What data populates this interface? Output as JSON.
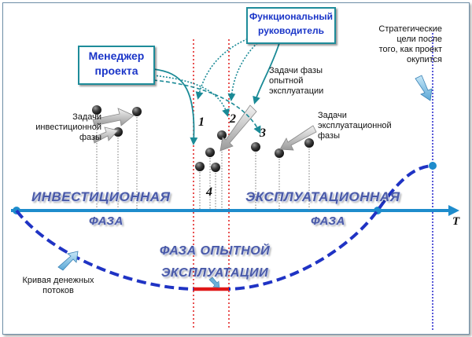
{
  "boxes": {
    "manager": "Менеджер\nпроекта",
    "functional": "Функциональный\nруководитель"
  },
  "labels": {
    "strategic": "Стратегические\nцели после\nтого, как проект\nокупится",
    "invest_tasks": "Задачи\nинвестиционной\nфазы",
    "trial_tasks": "Задачи фазы\nопытной\nэксплуатации",
    "operation_tasks": "Задачи\nэксплуатационной\nфазы",
    "cash_flow": "Кривая денежных\nпотоков",
    "t_axis": "T"
  },
  "phases": {
    "invest_1": "ИНВЕСТИЦИОННАЯ",
    "invest_2": "ФАЗА",
    "oper_1": "ЭКСПЛУАТАЦИОННАЯ",
    "oper_2": "ФАЗА",
    "trial": "ФАЗА ОПЫТНОЙ\nЭКСПЛУАТАЦИИ"
  },
  "numbers": {
    "n1": "1",
    "n2": "2",
    "n3": "3",
    "n4": "4"
  },
  "colors": {
    "axis": "#1e8ccc",
    "curve": "#1f33c4",
    "curve_trial": "#e01818",
    "vline_red": "#e01818",
    "vline_blue": "#2222cc",
    "arrow": "#1a8a96",
    "box_border": "#1e8c9a",
    "box_text": "#1a35c8"
  }
}
